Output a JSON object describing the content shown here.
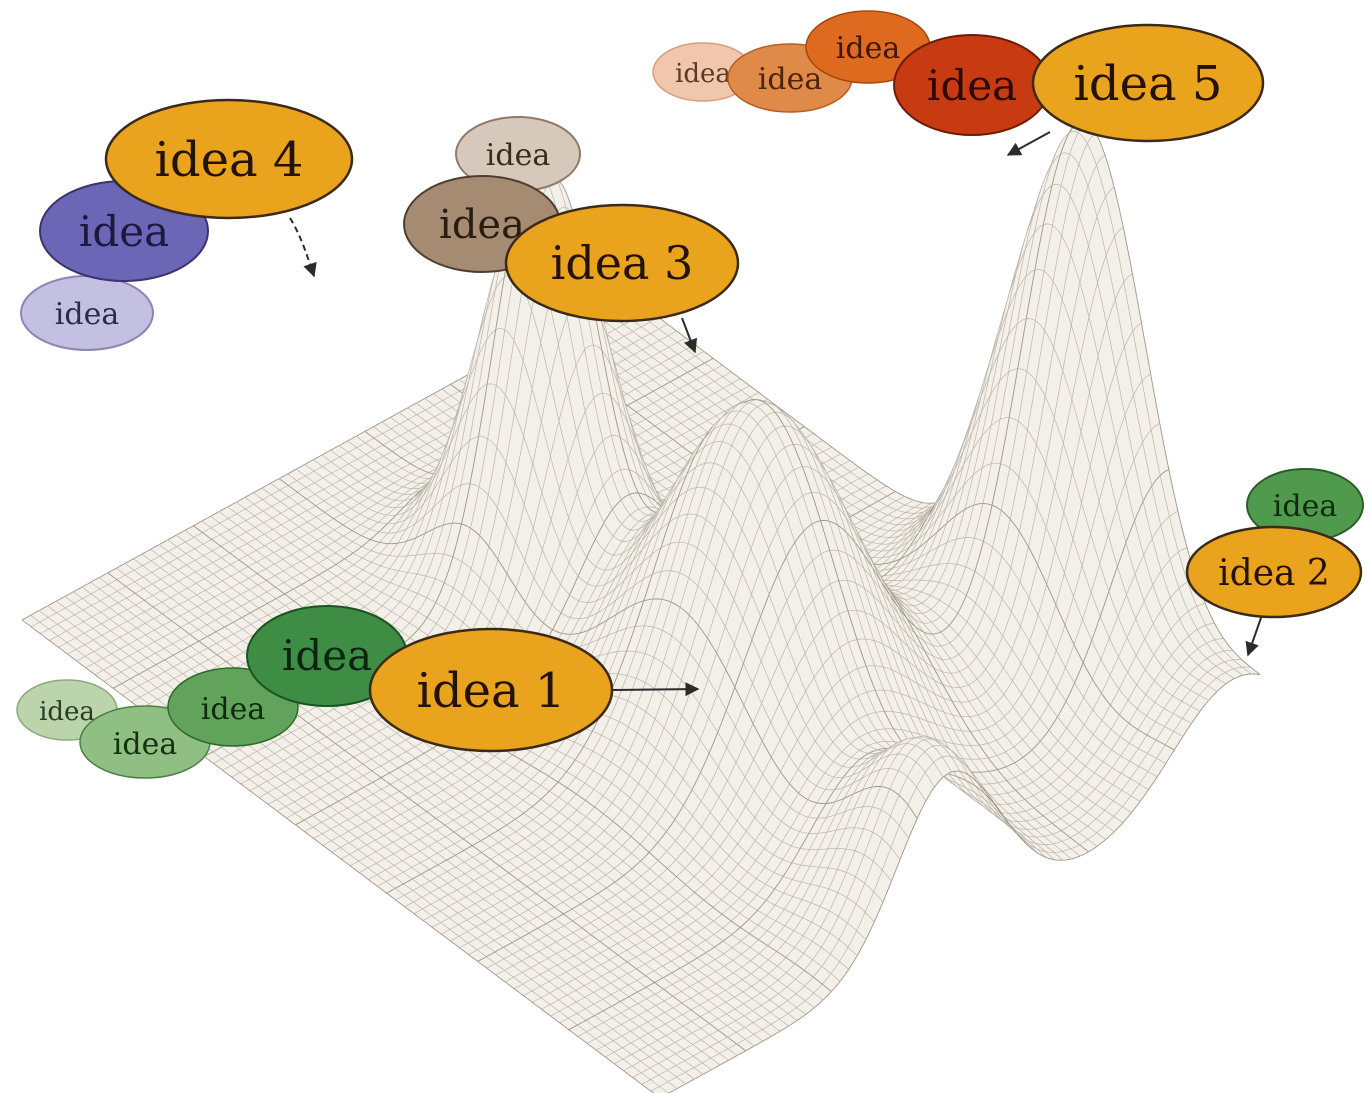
{
  "colors": {
    "background": "#ffffff",
    "surface_fill": "#f3f0ea",
    "mesh_line": "#b3ab9d",
    "mesh_line_dark": "#8f8777",
    "outline": "#3b2a1a",
    "main_idea": "#e9a31c",
    "group_1": [
      "#bcd4ac",
      "#8fbf82",
      "#62a35c",
      "#3f8d45"
    ],
    "group_2": [
      "#4f9a4d"
    ],
    "group_3": [
      "#d7c8bc",
      "#a48b72"
    ],
    "group_4": [
      "#c4c0e2",
      "#6c66b6"
    ],
    "group_5": [
      "#f0c7ac",
      "#e08a4a",
      "#de6a1f",
      "#c83a12"
    ]
  },
  "ideas": {
    "idea_1": {
      "label": "idea 1",
      "related": [
        "idea",
        "idea",
        "idea",
        "idea"
      ]
    },
    "idea_2": {
      "label": "idea 2",
      "related": [
        "idea"
      ]
    },
    "idea_3": {
      "label": "idea 3",
      "related": [
        "idea",
        "idea"
      ]
    },
    "idea_4": {
      "label": "idea 4",
      "related": [
        "idea",
        "idea"
      ]
    },
    "idea_5": {
      "label": "idea 5",
      "related": [
        "idea",
        "idea",
        "idea",
        "idea"
      ]
    }
  }
}
